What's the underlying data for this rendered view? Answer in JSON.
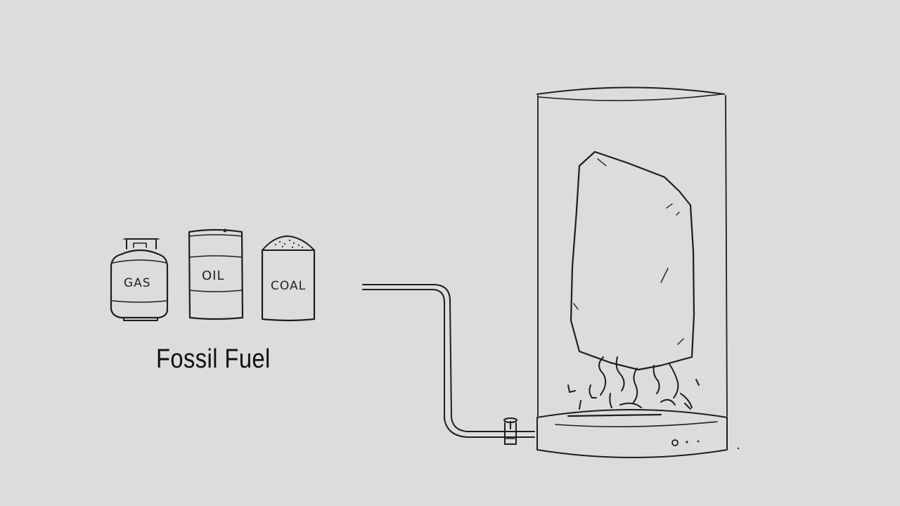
{
  "containers": {
    "gas_label": "GAS",
    "oil_label": "OIL",
    "coal_label": "COAL"
  },
  "caption": "Fossil Fuel"
}
